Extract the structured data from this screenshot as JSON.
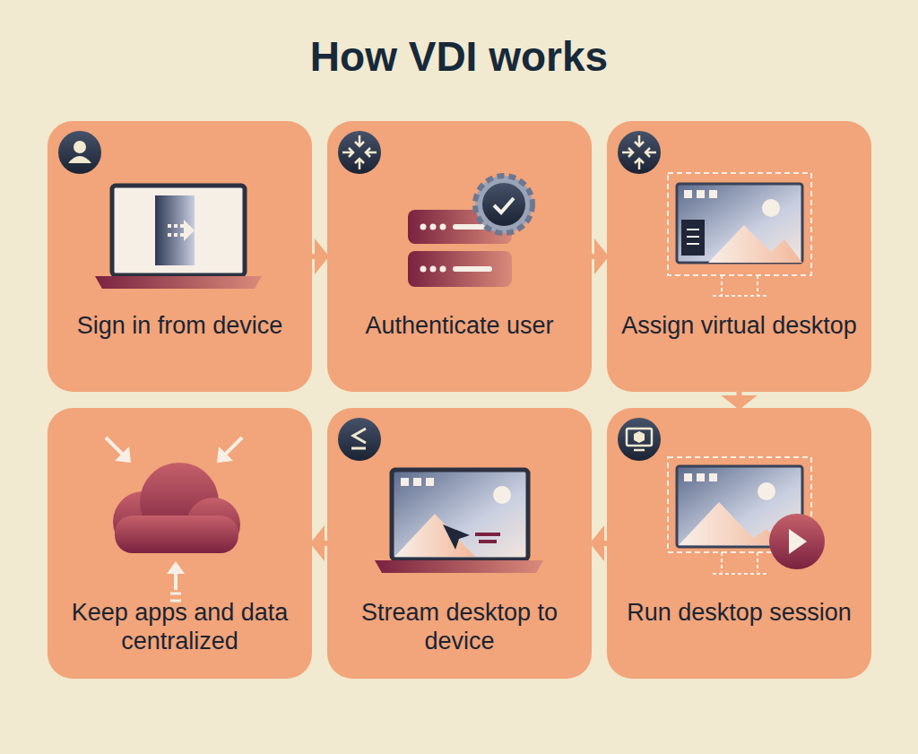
{
  "diagram": {
    "title": "How VDI works",
    "nodes": [
      {
        "text": [
          "Sign in from device"
        ]
      },
      {
        "text": [
          "Authenticate user"
        ]
      },
      {
        "text": [
          "Assign virtual desktop"
        ]
      },
      {
        "text": [
          "Run desktop session"
        ]
      },
      {
        "text": [
          "Stream desktop to device"
        ]
      },
      {
        "text": [
          "Keep apps and data centralized"
        ]
      }
    ],
    "edges": [
      {
        "from": 0,
        "to": 1,
        "arrow": "to"
      },
      {
        "from": 1,
        "to": 2,
        "arrow": "to"
      },
      {
        "from": 2,
        "to": 3,
        "arrow": "to"
      },
      {
        "from": 3,
        "to": 4,
        "arrow": "to"
      },
      {
        "from": 4,
        "to": 5,
        "arrow": "to"
      }
    ]
  }
}
